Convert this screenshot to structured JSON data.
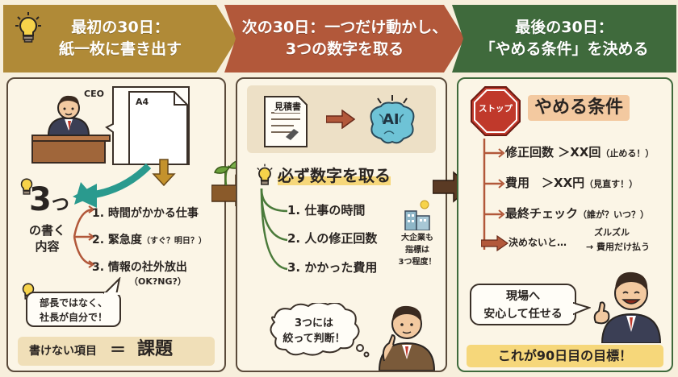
{
  "headers": {
    "phase1": {
      "line1": "最初の30日：",
      "line2": "紙一枚に書き出す"
    },
    "phase2": {
      "line1": "次の30日：一つだけ動かし、",
      "line2": "3つの数字を取る"
    },
    "phase3": {
      "line1": "最後の30日：",
      "line2": "「やめる条件」を決める"
    }
  },
  "panel1": {
    "ceo_label": "CEO",
    "paper_label": "A4",
    "big_number": "3",
    "big_suffix": "つ",
    "write_label_1": "の書く",
    "write_label_2": "内容",
    "items": [
      {
        "main": "1. 時間がかかる仕事",
        "note": ""
      },
      {
        "main": "2. 緊急度",
        "note": "（すぐ？明日？）"
      },
      {
        "main": "3. 情報の社外放出",
        "note": "（OK?NG?）"
      }
    ],
    "speech_1": "部長ではなく、",
    "speech_2": "社長が自分で！",
    "footer_left": "書けない項目",
    "footer_eq": "＝",
    "footer_right": "課題"
  },
  "panel2": {
    "doc_label": "見積書",
    "ai_label": "AI",
    "heading": "必ず数字を取る",
    "items": [
      "1. 仕事の時間",
      "2. 人の修正回数",
      "3. かかった費用"
    ],
    "side_note": [
      "大企業も",
      "指標は",
      "3つ程度！"
    ],
    "thought_1": "3つには",
    "thought_2": "絞って判断！"
  },
  "panel3": {
    "stop_label": "ストップ",
    "heading": "やめる条件",
    "items": [
      {
        "main": "修正回数 ＞XX回",
        "note": "（止める！）"
      },
      {
        "main": "費用　＞XX円",
        "note": "（見直す！）"
      },
      {
        "main": "最終チェック",
        "note": "（誰が？いつ？）"
      }
    ],
    "warn_left": "決めないと…",
    "warn_right_1": "ズルズル",
    "warn_right_2": "費用だけ払う",
    "speech_1": "現場へ",
    "speech_2": "安心して任せる",
    "goal": "これが90日目の目標！"
  },
  "colors": {
    "phase1": "#b08a37",
    "phase2": "#b2583a",
    "phase3": "#3f6a3c",
    "teal_arrow": "#2a9a8e",
    "stop_red": "#c0392b"
  },
  "icons": [
    "lightbulb-icon",
    "ceo-avatar",
    "paper-icon",
    "document-icon",
    "ai-brain-icon",
    "sprout-icon",
    "stop-sign-icon",
    "building-icon",
    "businessman-avatar"
  ]
}
